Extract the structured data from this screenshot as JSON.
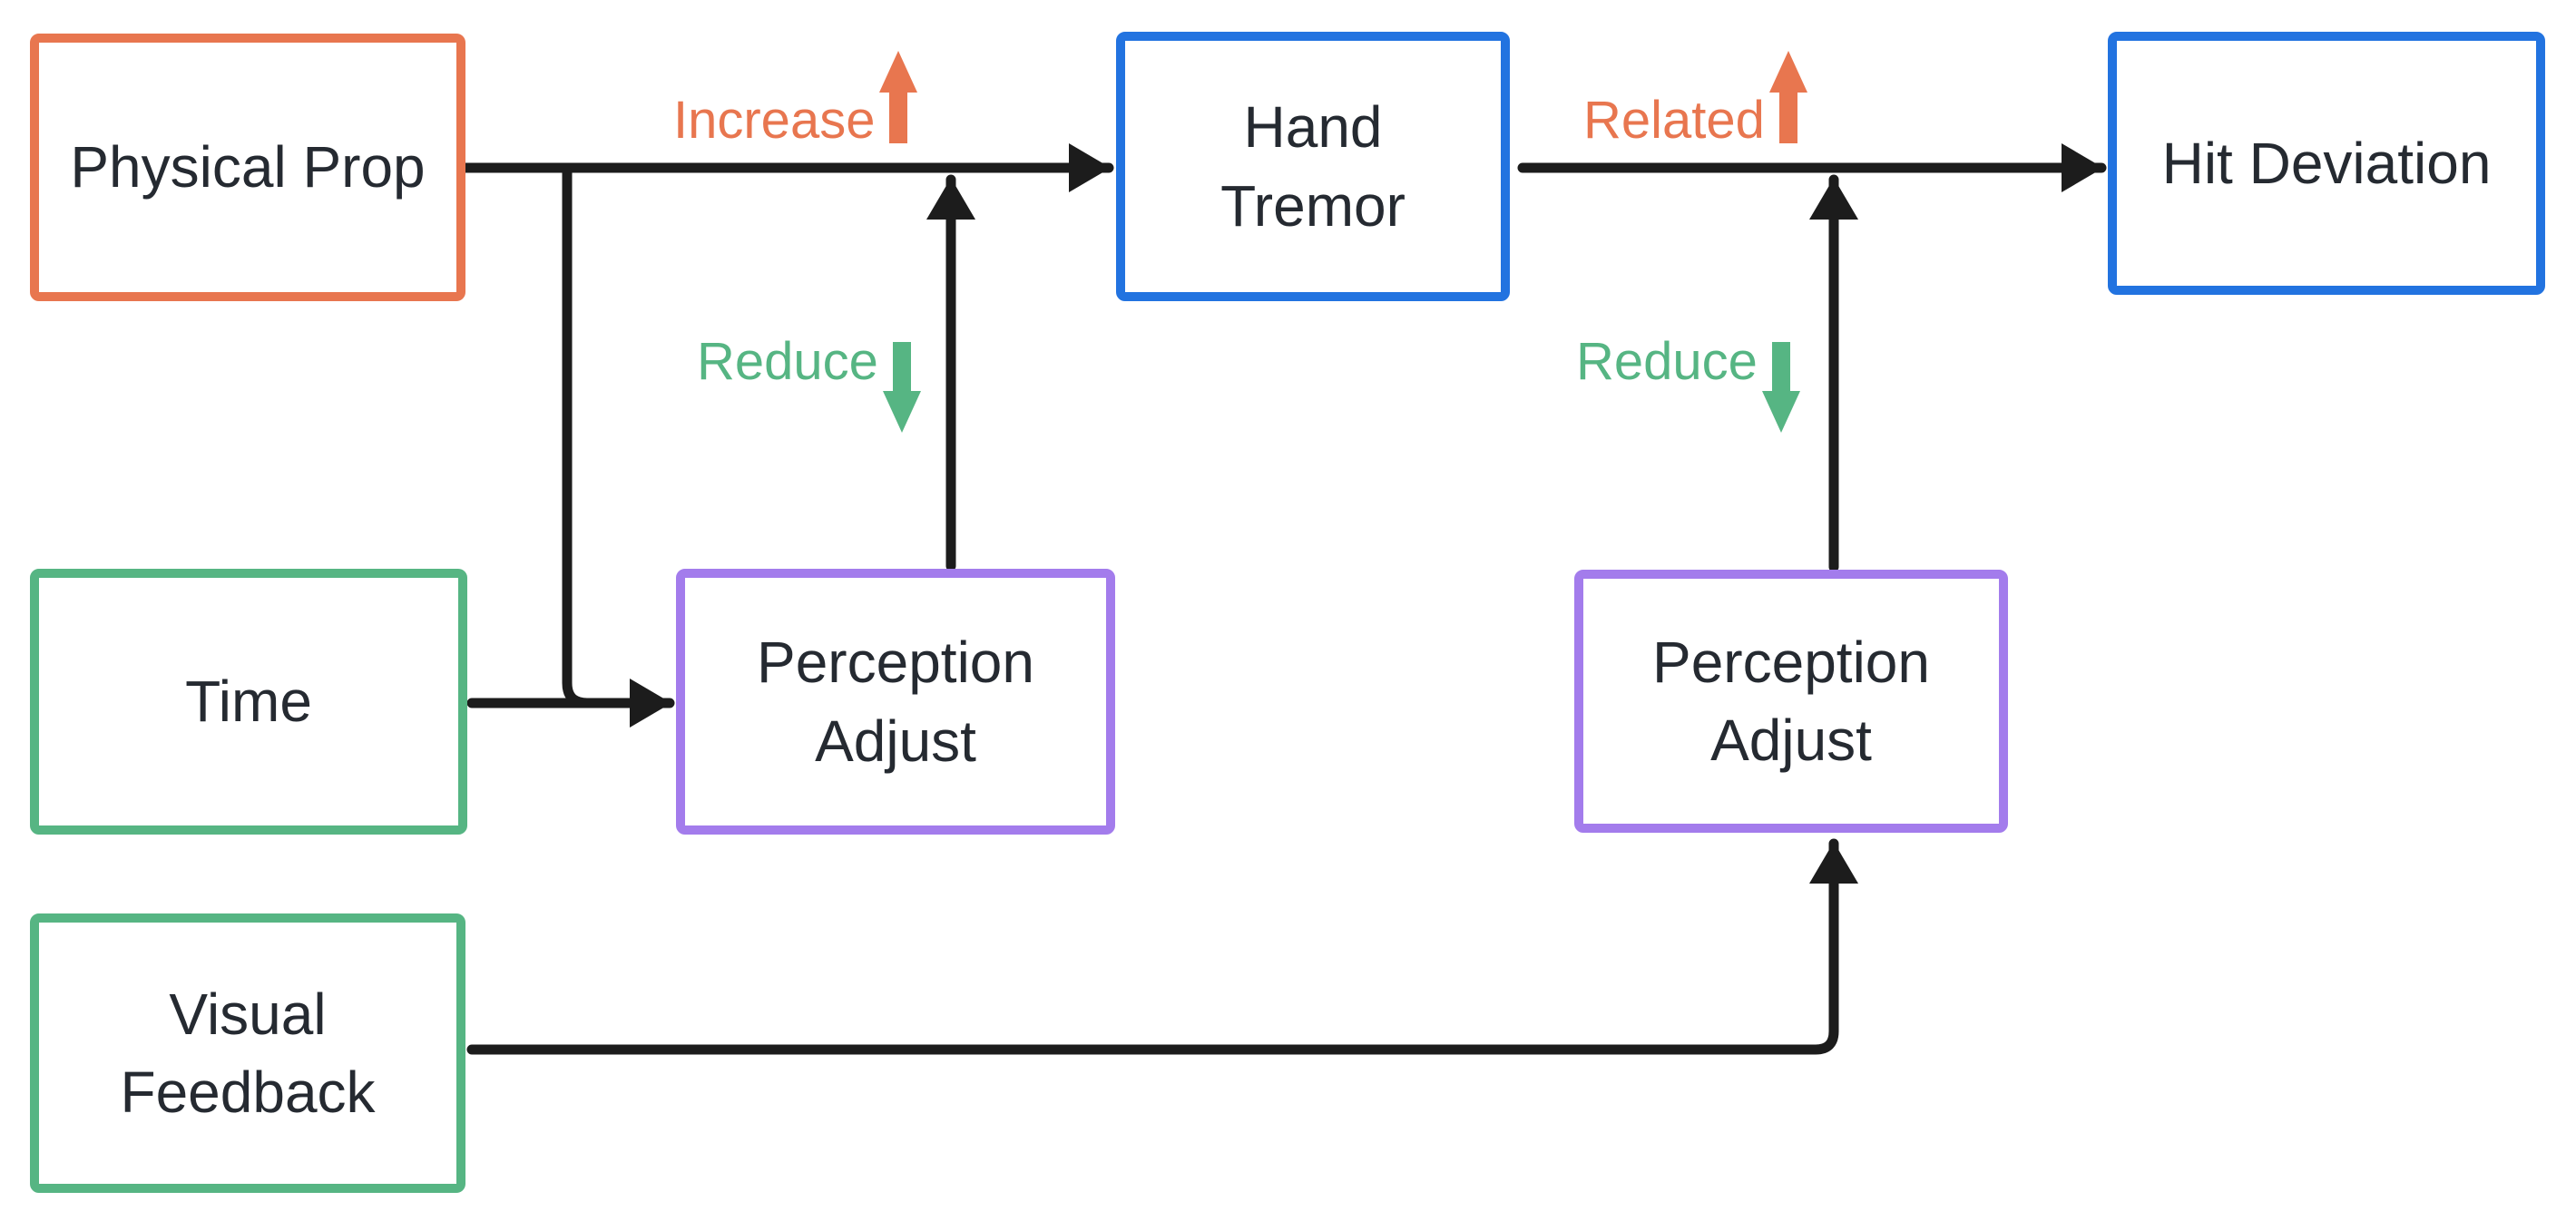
{
  "colors": {
    "orange": "#e8764f",
    "green": "#56b583",
    "blue": "#2273e0",
    "purple": "#a37cec",
    "line": "#1c1c1c",
    "ink": "#252a31",
    "background": "#ffffff"
  },
  "nodes": {
    "physical_prop": {
      "lines": [
        "Physical Prop"
      ]
    },
    "time": {
      "lines": [
        "Time"
      ]
    },
    "visual_feedback": {
      "lines": [
        "Visual",
        "Feedback"
      ]
    },
    "perception_adjust_left": {
      "lines": [
        "Perception",
        "Adjust"
      ]
    },
    "hand_tremor": {
      "lines": [
        "Hand",
        "Tremor"
      ]
    },
    "perception_adjust_right": {
      "lines": [
        "Perception",
        "Adjust"
      ]
    },
    "hit_deviation": {
      "lines": [
        "Hit Deviation"
      ]
    }
  },
  "edge_labels": {
    "increase": {
      "text": "Increase",
      "arrow": "up",
      "color": "#e8764f"
    },
    "reduce_left": {
      "text": "Reduce",
      "arrow": "down",
      "color": "#56b583"
    },
    "related": {
      "text": "Related",
      "arrow": "up",
      "color": "#e8764f"
    },
    "reduce_right": {
      "text": "Reduce",
      "arrow": "down",
      "color": "#56b583"
    }
  }
}
